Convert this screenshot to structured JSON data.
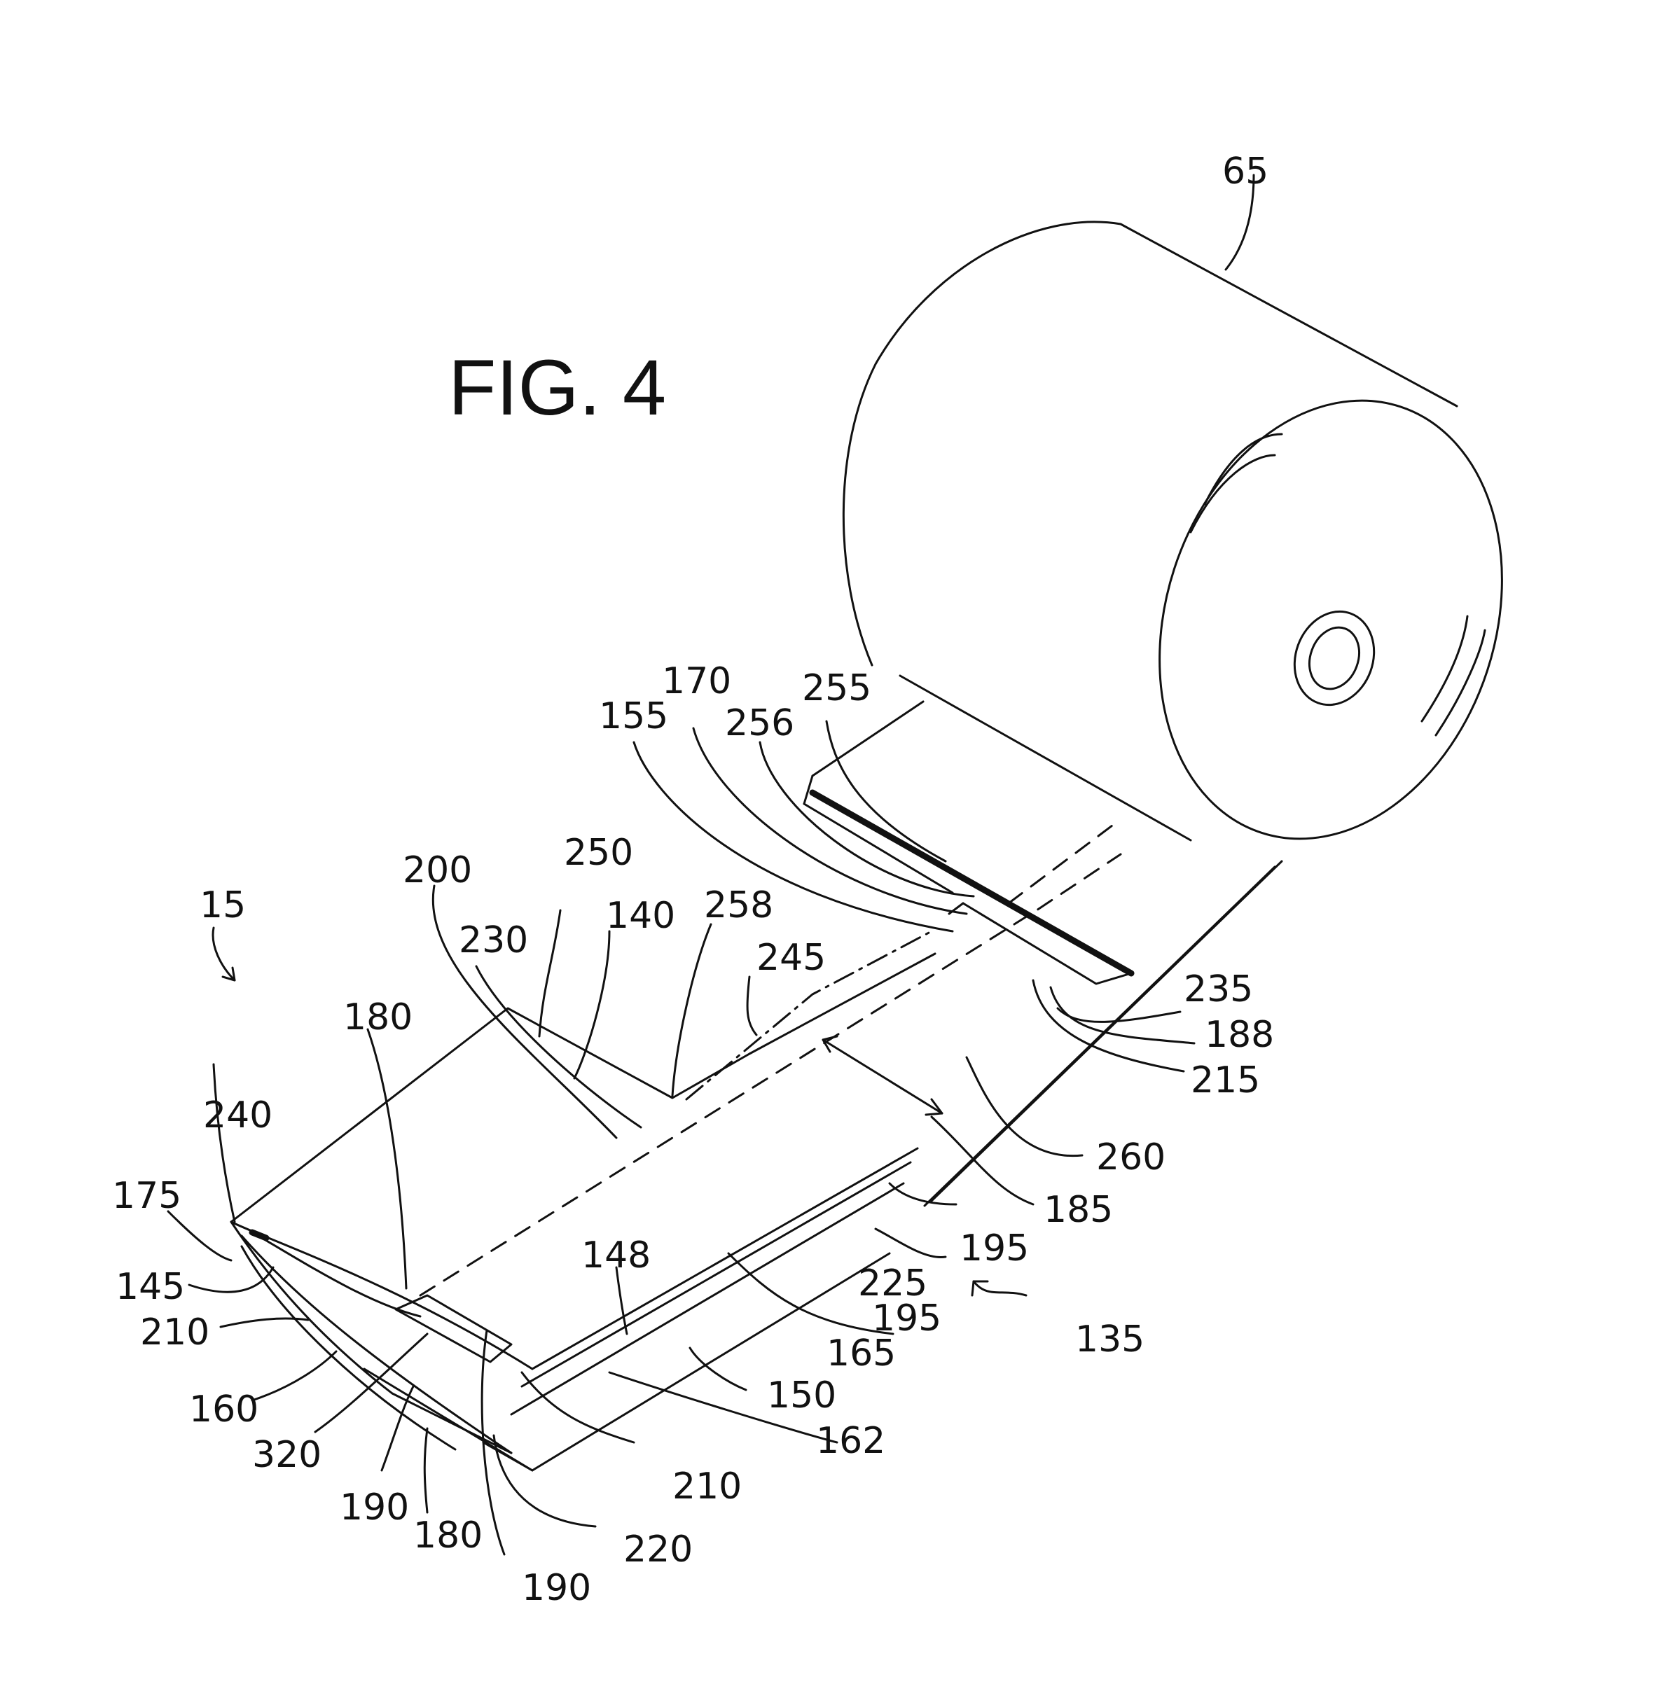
{
  "figure": {
    "title": "FIG. 4",
    "reference_numerals": [
      "65",
      "155",
      "170",
      "256",
      "255",
      "200",
      "250",
      "15",
      "230",
      "140",
      "258",
      "245",
      "235",
      "188",
      "180",
      "215",
      "240",
      "260",
      "175",
      "185",
      "145",
      "148",
      "195",
      "210",
      "225",
      "195",
      "135",
      "165",
      "160",
      "150",
      "320",
      "162",
      "210",
      "190",
      "180",
      "220",
      "190"
    ]
  }
}
